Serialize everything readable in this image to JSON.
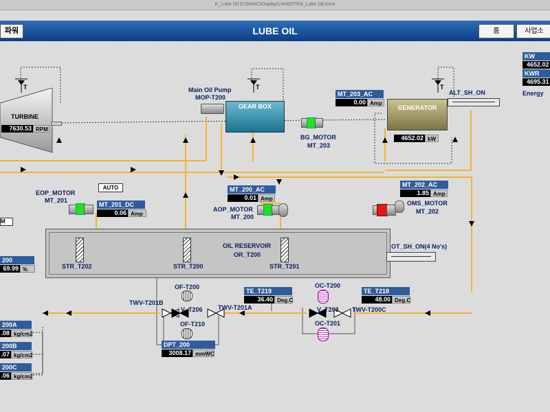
{
  "window": {
    "title": "K_Lube Oil    D:\\SNHC\\Display\\LW4\\DTN\\4_Lube Oil.mimi"
  },
  "header": {
    "left_button": "파워",
    "title": "LUBE OIL",
    "home_button": "홈",
    "site_button": "사업소"
  },
  "turbine": {
    "label": "TURBINE",
    "rpm_value": "7630.53",
    "rpm_unit": "RPM"
  },
  "main_oil_pump": {
    "label_line1": "Main Oil Pump",
    "label_line2": "MOP-T200"
  },
  "gearbox": {
    "label": "GEAR BOX"
  },
  "generator": {
    "label": "GENERATOR",
    "kw_value": "4652.02",
    "kw_unit": "kW"
  },
  "alt_sh_on": {
    "label": "ALT_SH_ON"
  },
  "mt_203": {
    "tag": "MT_203_AC",
    "value": "0.00",
    "unit": "Amp",
    "motor_line1": "BG_MOTOR",
    "motor_line2": "MT_203"
  },
  "right_panel": {
    "kw_label": "KW",
    "kw_value": "4652.02",
    "kwr_label": "KWR",
    "kwr_value": "4695.31",
    "energy_label": "Energy"
  },
  "eop": {
    "line1": "EOP_MOTOR",
    "line2": "MT_201",
    "auto": "AUTO",
    "tag": "MT_201_DC",
    "value": "0.06",
    "unit": "Amp"
  },
  "aop": {
    "tag": "MT_200_AC",
    "value": "0.01",
    "unit": "Amp",
    "line1": "AOP_MOTOR",
    "line2": "MT_200"
  },
  "oms": {
    "tag": "MT_202_AC",
    "value": "1.85",
    "unit": "Amp",
    "line1": "OMS_MOTOR",
    "line2": "MT_202"
  },
  "reservoir": {
    "line1": "OIL RESERVOIR",
    "line2": "OR_T200",
    "str1": "STR_T202",
    "str2": "STR_T200",
    "str3": "STR_T201"
  },
  "ot_sh_on": {
    "label": "OT_SH_ON(4 No's)"
  },
  "left_m": {
    "label": "M"
  },
  "level": {
    "tag": "200",
    "value": "69.99",
    "unit": "%"
  },
  "pressures": [
    {
      "tag": "200A",
      "value": ".08",
      "unit": "kg/cm2"
    },
    {
      "tag": "200B",
      "value": ".07",
      "unit": "kg/cm2"
    },
    {
      "tag": "200C",
      "value": ".06",
      "unit": "kg/cm2"
    }
  ],
  "filters": {
    "of1": "OF-T200",
    "of2": "OF-T210",
    "v1": "V_T206",
    "twv1": "TWV-T201B",
    "twv2": "TWV-T201A"
  },
  "dpt": {
    "tag": "DPT_200",
    "value": "3008.17",
    "unit": "mmWC"
  },
  "te219": {
    "tag": "TE_T219",
    "value": "36.40",
    "unit": "Deg.C"
  },
  "coolers": {
    "oc1": "OC-T200",
    "oc2": "OC-T201",
    "v2": "V_T203",
    "twv3": "TWV-T200C"
  },
  "te218": {
    "tag": "TE_T218",
    "value": "48.00",
    "unit": "Deg.C"
  },
  "thermo": {
    "t": "T"
  }
}
